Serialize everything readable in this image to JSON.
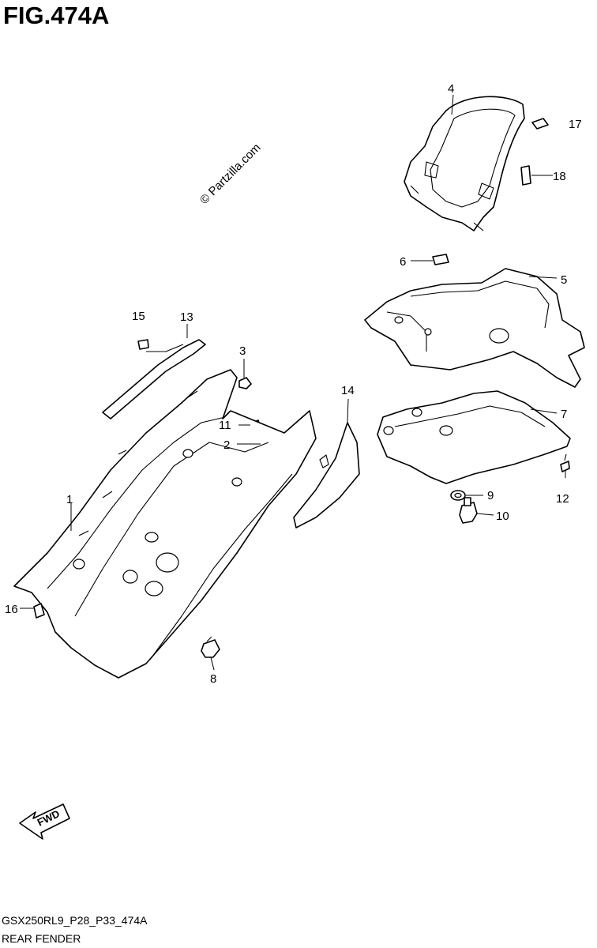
{
  "figure": {
    "title": "FIG.474A"
  },
  "watermark": "© Partzilla.com",
  "footer": {
    "code": "GSX250RL9_P28_P33_474A",
    "name": "REAR FENDER"
  },
  "direction_badge": {
    "label": "FWD"
  },
  "callouts": {
    "p1": "1",
    "p2": "2",
    "p3": "3",
    "p4": "4",
    "p5": "5",
    "p6": "6",
    "p7": "7",
    "p8": "8",
    "p9": "9",
    "p10": "10",
    "p11": "11",
    "p12": "12",
    "p13": "13",
    "p14": "14",
    "p15": "15",
    "p16": "16",
    "p17": "17",
    "p18": "18"
  }
}
